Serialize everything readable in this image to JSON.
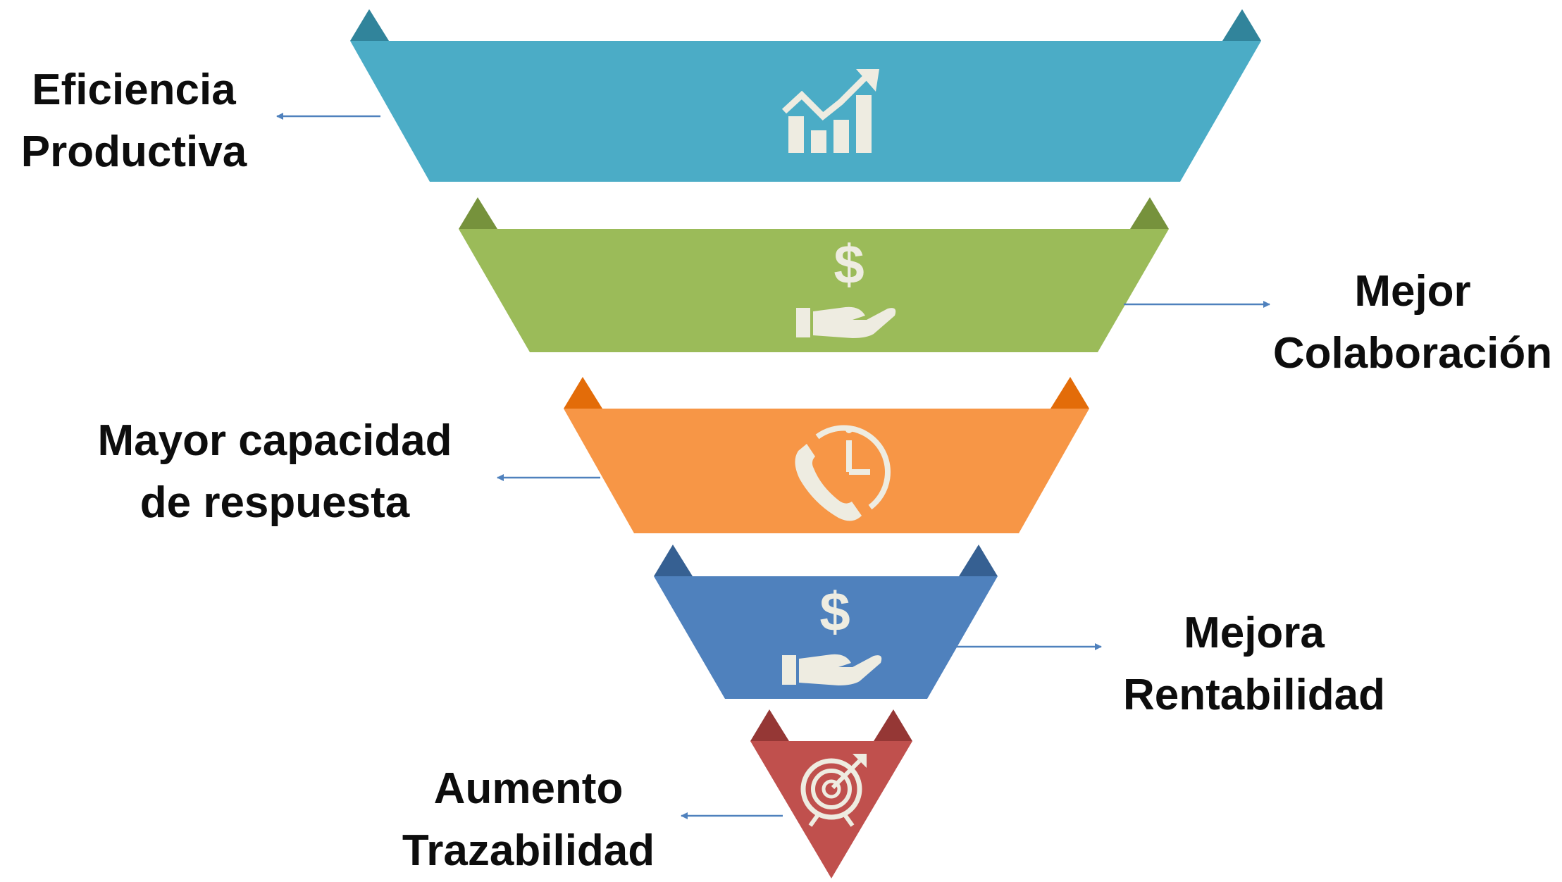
{
  "funnel": {
    "levels": [
      {
        "label_lines": [
          "Eficiencia",
          "Productiva"
        ],
        "icon": "chart-growth-icon",
        "color": "#4BACC6",
        "accent": "#31849B",
        "label_side": "left"
      },
      {
        "label_lines": [
          "Mejor",
          "Colaboración"
        ],
        "icon": "hand-dollar-icon",
        "color": "#9BBB59",
        "accent": "#76923C",
        "label_side": "right"
      },
      {
        "label_lines": [
          "Mayor capacidad",
          "de respuesta"
        ],
        "icon": "phone-clock-icon",
        "color": "#F79646",
        "accent": "#E36C09",
        "label_side": "left"
      },
      {
        "label_lines": [
          "Mejora",
          "Rentabilidad"
        ],
        "icon": "hand-dollar-icon",
        "color": "#4F81BD",
        "accent": "#366092",
        "label_side": "right"
      },
      {
        "label_lines": [
          "Aumento",
          "Trazabilidad"
        ],
        "icon": "target-icon",
        "color": "#C0504D",
        "accent": "#953735",
        "label_side": "left"
      }
    ],
    "icon_color": "#EEECE1",
    "arrow_color": "#4F81BD"
  }
}
